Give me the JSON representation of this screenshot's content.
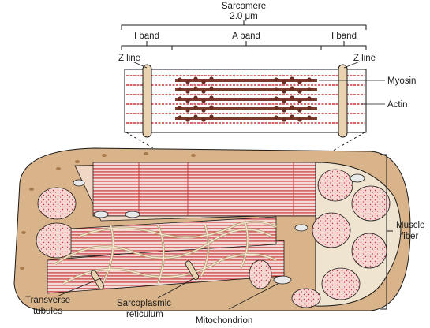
{
  "labels": {
    "sarcomere": "Sarcomere",
    "length": "2.0 μm",
    "i_band_left": "I band",
    "a_band": "A band",
    "i_band_right": "I band",
    "z_line_left": "Z line",
    "z_line_right": "Z line",
    "myosin": "Myosin",
    "actin": "Actin",
    "muscle_fiber_1": "Muscle",
    "muscle_fiber_2": "fiber",
    "transverse_1": "Transverse",
    "transverse_2": "tubules",
    "sarcoplasmic_1": "Sarcoplasmic",
    "sarcoplasmic_2": "reticulum",
    "mitochondrion": "Mitochondrion"
  },
  "colors": {
    "actin": "#c8383c",
    "myosin": "#7a3b2e",
    "z_disc": "#e8d2b0",
    "sheath": "#d9b48a",
    "sheath_dark": "#b88a5a",
    "myofibril_fill": "#f3c9c4",
    "stroke": "#1a1a1a"
  }
}
